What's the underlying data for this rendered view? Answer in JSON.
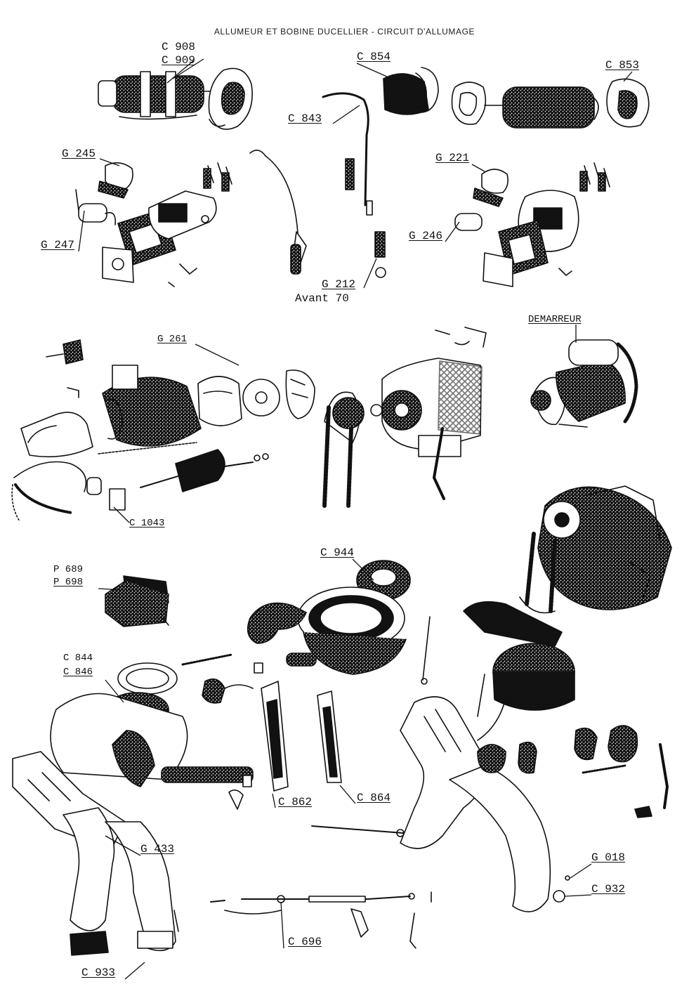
{
  "title": "ALLUMEUR ET BOBINE DUCELLIER - CIRCUIT D'ALLUMAGE",
  "labels": {
    "c908": "C 908",
    "c909": "C 909",
    "c854": "C 854",
    "c853": "C 853",
    "c843": "C 843",
    "g245": "G 245",
    "g221": "G 221",
    "g247": "G 247",
    "g246": "G 246",
    "g212": "G 212",
    "avant70": "Avant 70",
    "g261": "G 261",
    "demarreur": "DEMARREUR",
    "c1043": "C 1043",
    "p689": "P 689",
    "p698": "P 698",
    "c944": "C 944",
    "c844": "C 844",
    "c846": "C 846",
    "c862": "C 862",
    "c864": "C 864",
    "g433": "G 433",
    "g018": "G 018",
    "c932": "C 932",
    "c696": "C 696",
    "c933": "C 933"
  },
  "colors": {
    "ink": "#111111",
    "paper": "#ffffff",
    "shade": "#555555"
  }
}
